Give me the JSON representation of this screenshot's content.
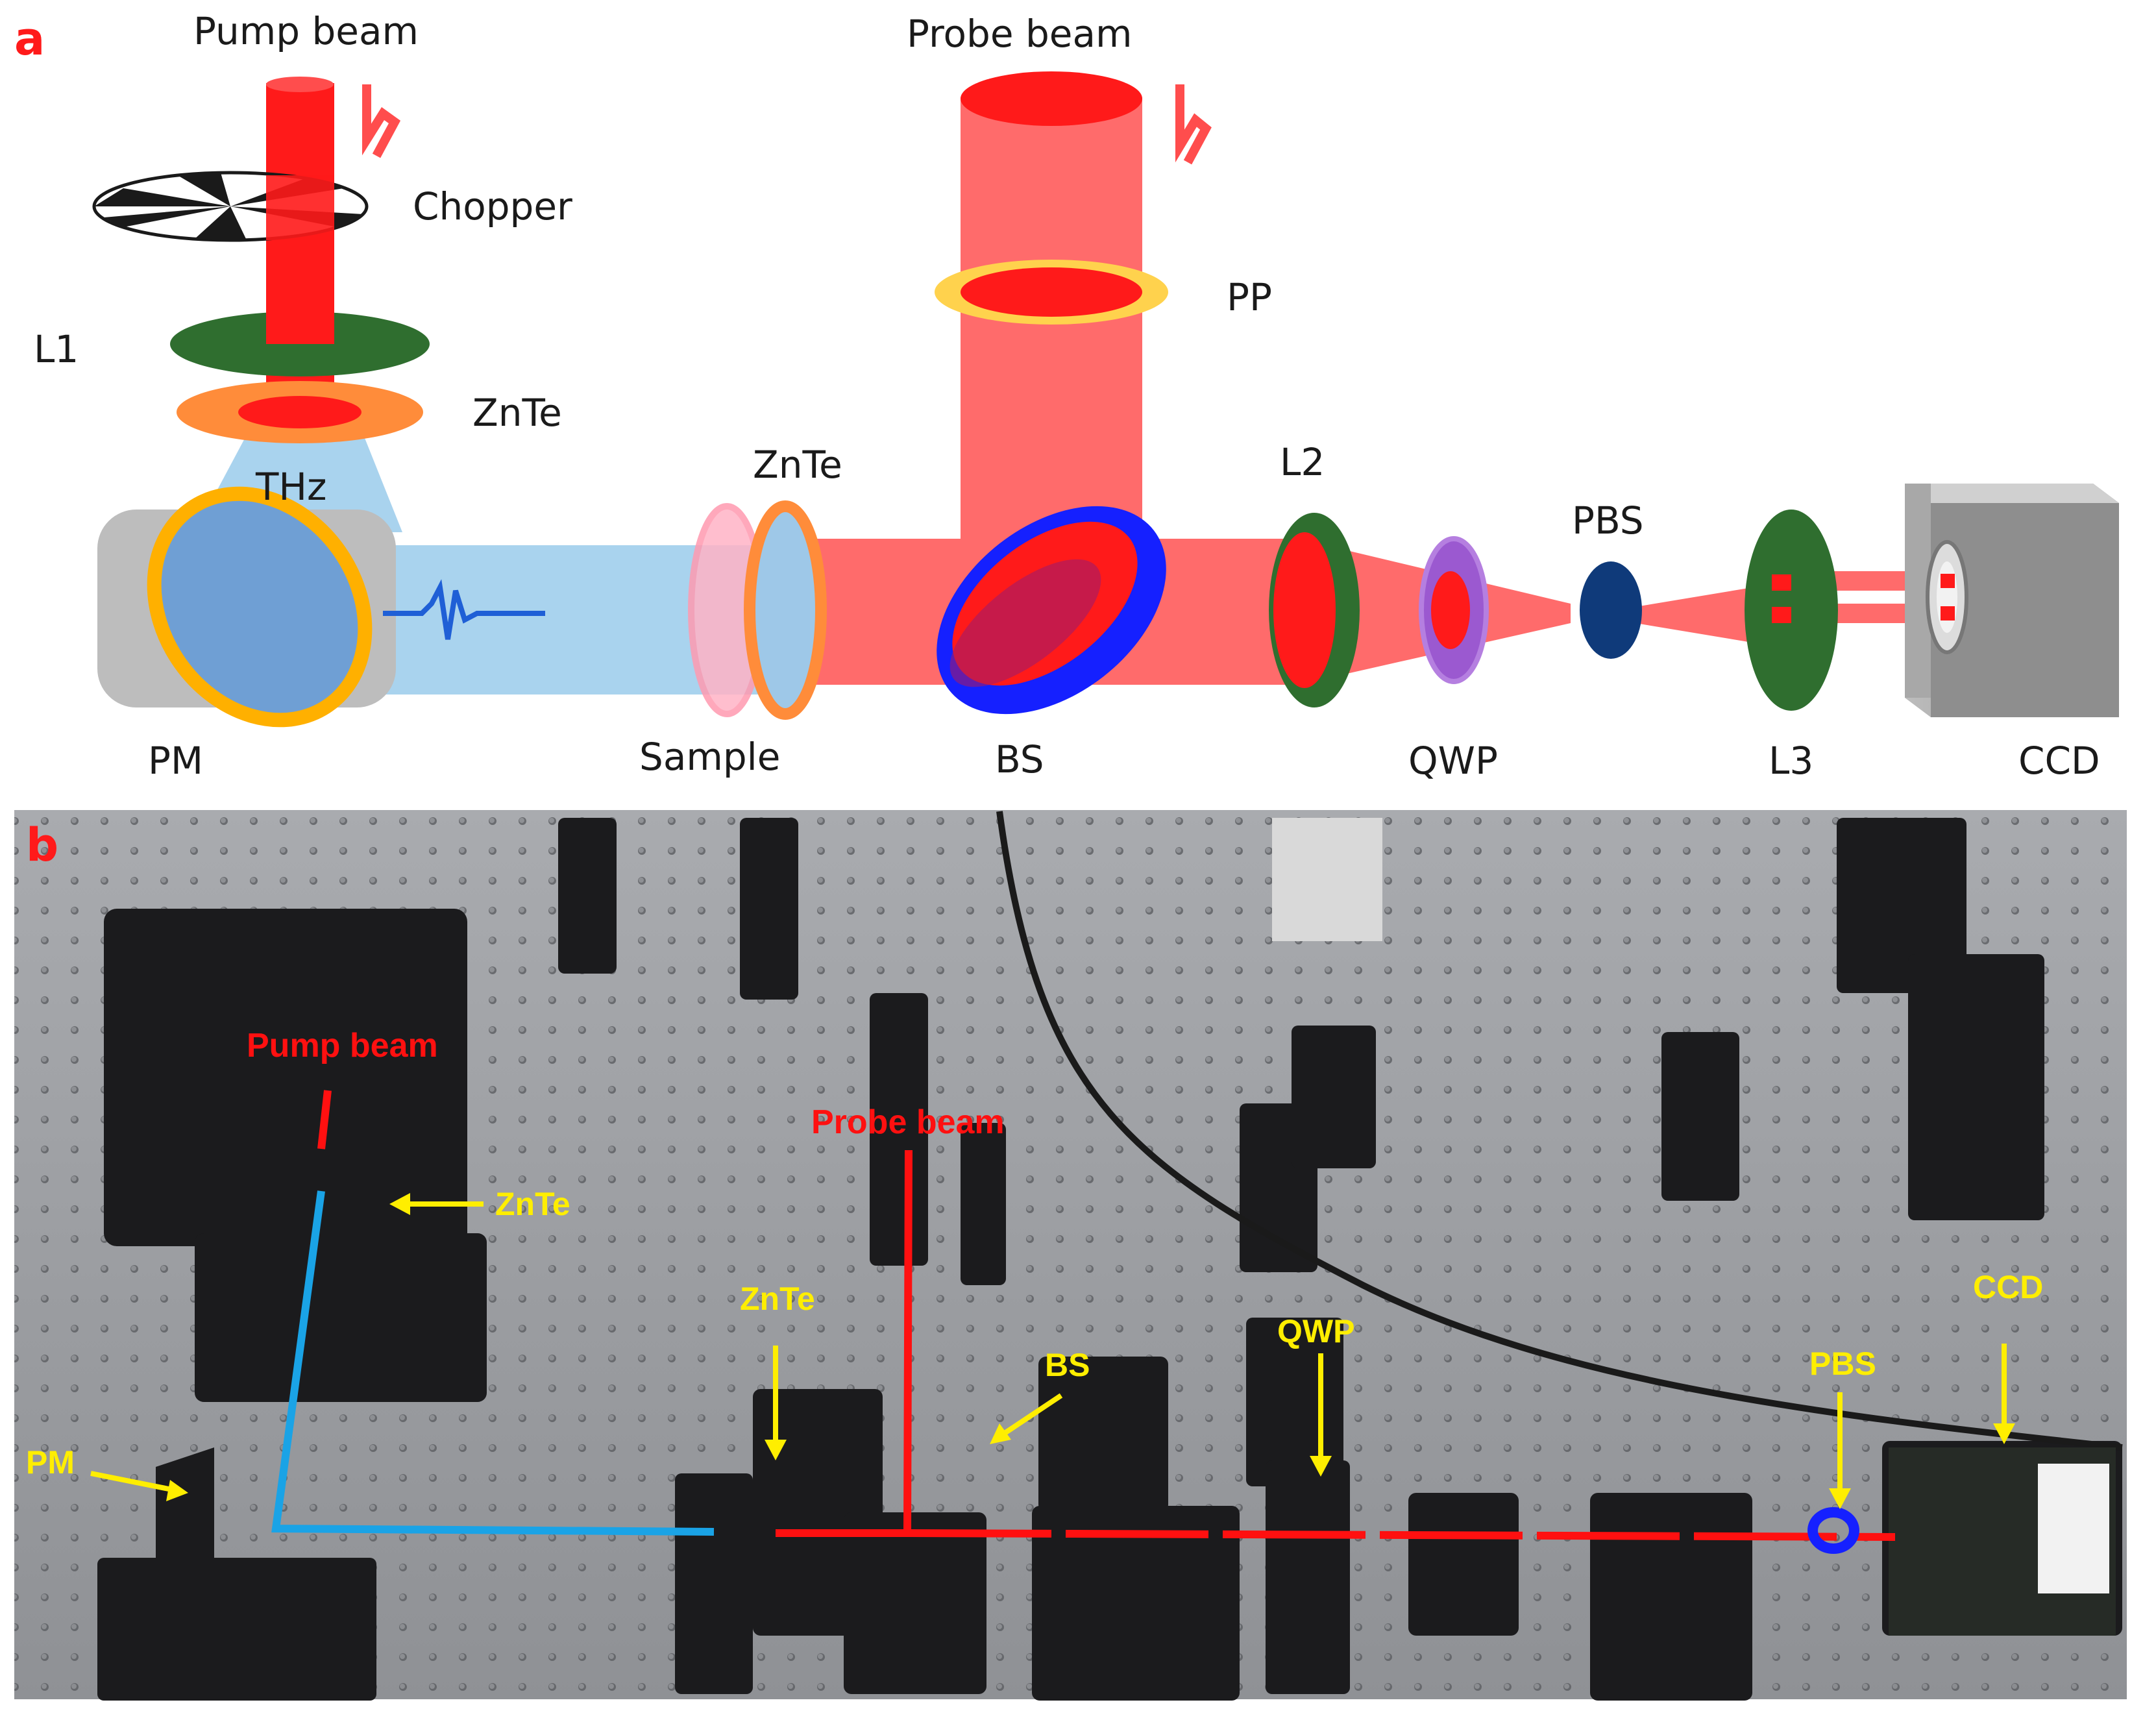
{
  "panel_a": {
    "panel_letter": "a",
    "labels": {
      "pump_beam": "Pump beam",
      "probe_beam": "Probe beam",
      "chopper": "Chopper",
      "l1": "L1",
      "znte_top": "ZnTe",
      "thz": "THz",
      "pp": "PP",
      "znte_mid": "ZnTe",
      "l2": "L2",
      "pbs": "PBS",
      "pm": "PM",
      "sample": "Sample",
      "bs": "BS",
      "qwp": "QWP",
      "l3": "L3",
      "ccd": "CCD"
    }
  },
  "panel_b": {
    "panel_letter": "b",
    "labels": {
      "pump_beam": "Pump beam",
      "probe_beam": "Probe beam",
      "znte_top": "ZnTe",
      "znte_bottom": "ZnTe",
      "pm": "PM",
      "bs": "BS",
      "qwp": "QWP",
      "pbs": "PBS",
      "ccd": "CCD"
    }
  },
  "colors": {
    "laser_red": "#ff1a1a",
    "beam_pink": "#ff6b6b",
    "thz_blue": "#a9d3ee",
    "lens_green": "#2f6e2f",
    "crystal_orange": "#ff8c3a",
    "bs_blue": "#1520ff",
    "annotation_yellow": "#ffee00",
    "thz_path_blue": "#1aa3e6"
  }
}
